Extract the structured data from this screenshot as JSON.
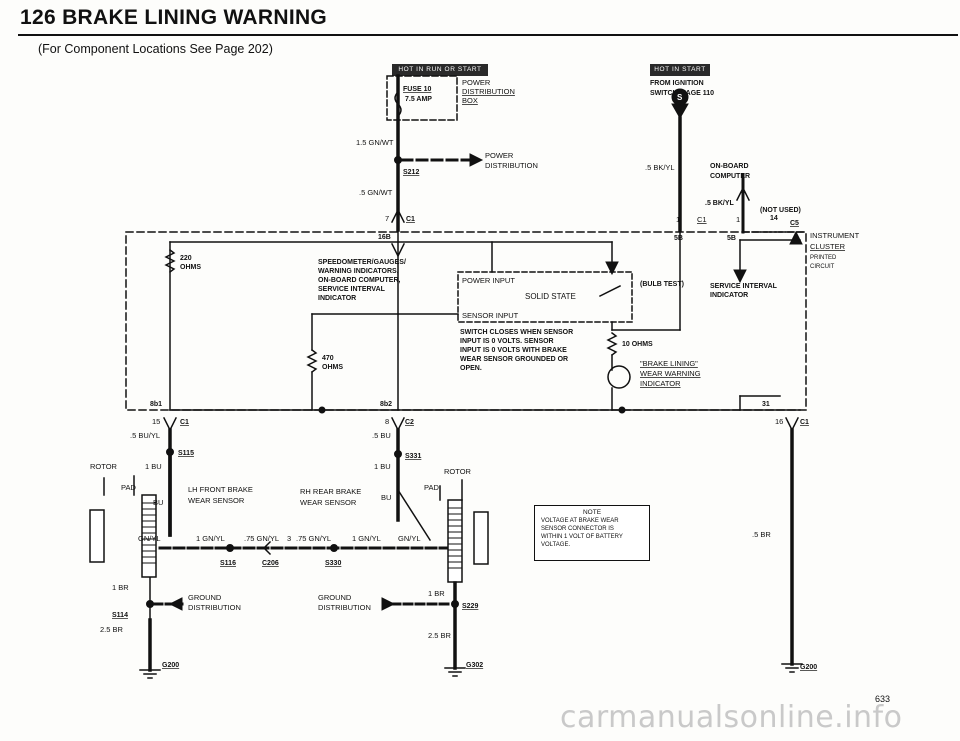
{
  "page": {
    "title": "126  BRAKE LINING WARNING",
    "subtitle": "(For Component Locations See Page 202)",
    "page_number": "633",
    "watermark": "carmanualsonline.info"
  },
  "badges": {
    "hot_in_run_or_start": "HOT IN RUN OR START",
    "hot_in_start": "HOT IN START"
  },
  "top_left": {
    "fuse_label": "FUSE 10",
    "fuse_rating": "7.5 AMP",
    "power_dist_box": [
      "POWER",
      "DISTRIBUTION",
      "BOX"
    ],
    "wire1": "1.5 GN/WT",
    "splice": "S212",
    "power_dist": [
      "POWER",
      "DISTRIBUTION"
    ],
    "wire2": ".5 GN/WT",
    "conn_pin": "7",
    "conn_name": "C1",
    "inner_pin": "16B"
  },
  "top_right": {
    "from_ignition": [
      "FROM IGNITION",
      "SWITCH, PAGE 110"
    ],
    "s_symbol": "S",
    "wire1": ".5 BK/YL",
    "onboard_computer": [
      "ON-BOARD",
      "COMPUTER"
    ],
    "wire2": ".5 BK/YL",
    "not_used": "(NOT USED)",
    "pin1a": "1",
    "c1": "C1",
    "pin1b": "1",
    "pin14": "14",
    "c5": "C5",
    "pin5a": "5B",
    "pin5b": "5B"
  },
  "instrument_cluster": {
    "name": [
      "INSTRUMENT",
      "CLUSTER"
    ],
    "printed": [
      "PRINTED",
      "CIRCUIT"
    ],
    "r220": [
      "220",
      "OHMS"
    ],
    "speedometer": [
      "SPEEDOMETER/GAUGES/",
      "WARNING INDICATORS,",
      "ON-BOARD COMPUTER,",
      "SERVICE INTERVAL",
      "INDICATOR"
    ],
    "power_input": "POWER INPUT",
    "solid_state": "SOLID STATE",
    "sensor_input": "SENSOR INPUT",
    "bulb_test": "(BULB TEST)",
    "service_interval": [
      "SERVICE INTERVAL",
      "INDICATOR"
    ],
    "switch_note": [
      "SWITCH CLOSES WHEN SENSOR",
      "INPUT IS 0 VOLTS. SENSOR",
      "INPUT IS 0 VOLTS WITH BRAKE",
      "WEAR SENSOR GROUNDED OR",
      "OPEN."
    ],
    "r10": "10 OHMS",
    "r470": [
      "470",
      "OHMS"
    ],
    "indicator": [
      "\"BRAKE LINING\"",
      "WEAR WARNING",
      "INDICATOR"
    ],
    "pin8b1": "8b1",
    "pin15": "15",
    "c1_left": "C1",
    "pin8b2": "8b2",
    "pin8": "8",
    "c2": "C2",
    "pin31": "31",
    "pin16": "16",
    "c1_right": "C1"
  },
  "lower": {
    "wire_bu_yl": ".5 BU/YL",
    "s115": "S115",
    "rotor_left": "ROTOR",
    "pad_left": "PAD",
    "w1bu_left": "1 BU",
    "bu_left": "BU",
    "lh_sensor": [
      "LH FRONT BRAKE",
      "WEAR SENSOR"
    ],
    "wire_5bu": ".5 BU",
    "s331": "S331",
    "w1bu_right": "1 BU",
    "rotor_right": "ROTOR",
    "rh_sensor": [
      "RH REAR BRAKE",
      "WEAR SENSOR"
    ],
    "bu_right": "BU",
    "pad_right": "PAD",
    "gn_yl": "GN/YL",
    "w1gnyl_a": "1 GN/YL",
    "w75_a": ".75 GN/YL",
    "pin3": "3",
    "w75_b": ".75 GN/YL",
    "w1gnyl_b": "1 GN/YL",
    "gn_yl_r": "GN/YL",
    "s116": "S116",
    "c206": "C206",
    "s330": "S330",
    "w1br_left": "1 BR",
    "ground_dist": [
      "GROUND",
      "DISTRIBUTION"
    ],
    "s114": "S114",
    "w25br_left": "2.5 BR",
    "g200_left": "G200",
    "ground_dist_r": [
      "GROUND",
      "DISTRIBUTION"
    ],
    "w1br_right": "1 BR",
    "s229": "S229",
    "w25br_right": "2.5 BR",
    "g302": "G302",
    "w5br": ".5 BR",
    "g200_right": "G200"
  },
  "note": {
    "title": "NOTE",
    "lines": [
      "VOLTAGE AT BRAKE WEAR",
      "SENSOR CONNECTOR IS",
      "WITHIN 1 VOLT OF BATTERY",
      "VOLTAGE."
    ]
  }
}
